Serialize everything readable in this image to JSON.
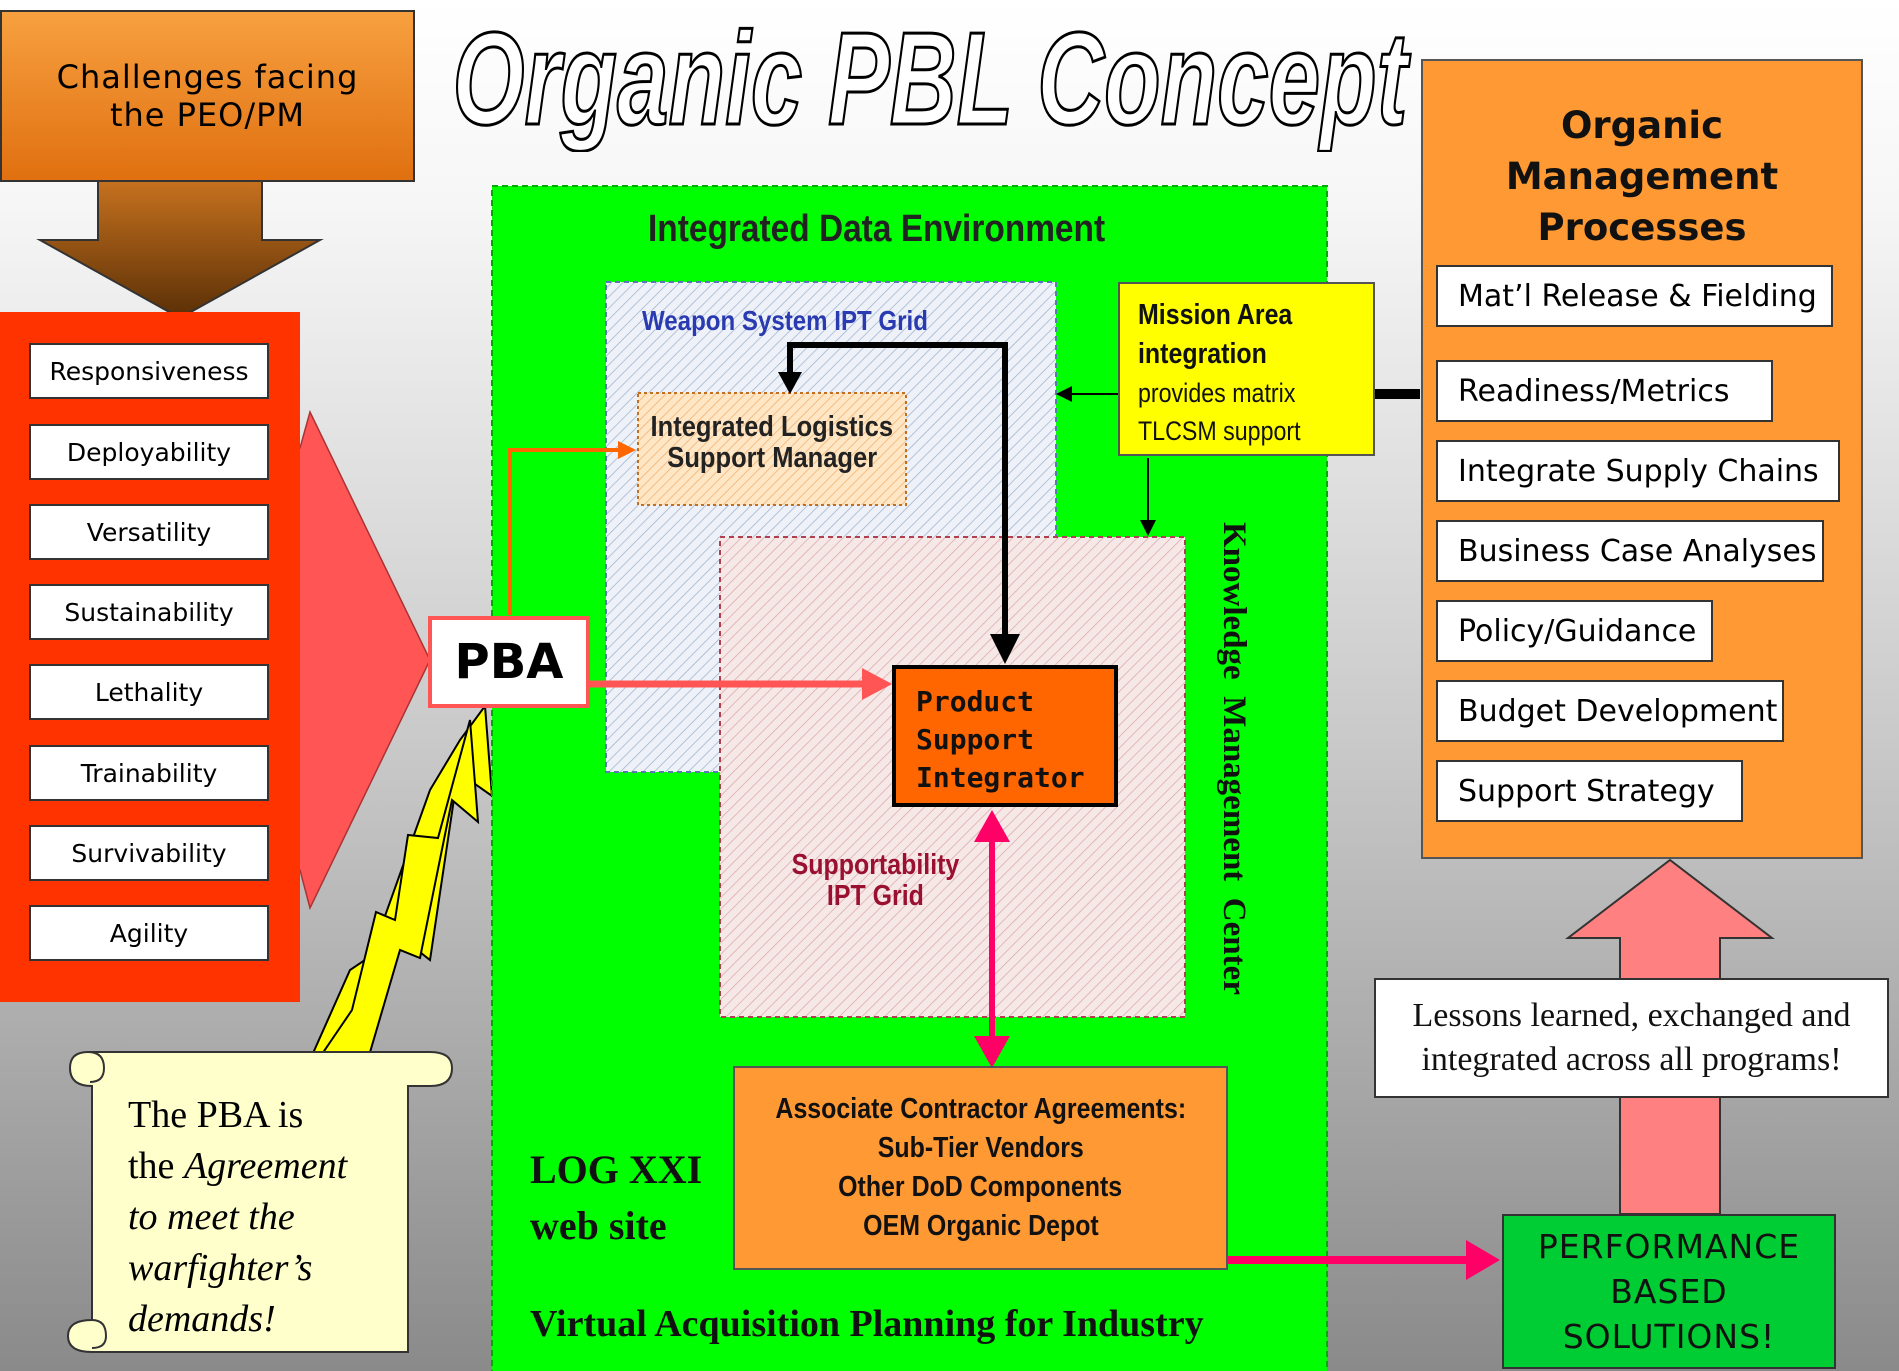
{
  "title": "Organic PBL Concept",
  "challenges_box": {
    "line1": "Challenges facing",
    "line2": "the PEO/PM"
  },
  "challenges": [
    "Responsiveness",
    "Deployability",
    "Versatility",
    "Sustainability",
    "Lethality",
    "Trainability",
    "Survivability",
    "Agility"
  ],
  "pba_label": "PBA",
  "scroll_text": {
    "line1": "The PBA is",
    "line2_plain": "the ",
    "line2_italic": "Agreement",
    "line3": "to meet the",
    "line4": "warfighter’s",
    "line5": "demands!"
  },
  "ide": {
    "title": "Integrated Data Environment",
    "weapon_grid": "Weapon System IPT Grid",
    "ilsm_line1": "Integrated Logistics",
    "ilsm_line2": "Support Manager",
    "psi_line1": "Product",
    "psi_line2": "Support",
    "psi_line3": "Integrator",
    "supportability_line1": "Supportability",
    "supportability_line2": "IPT Grid",
    "mission_line1": "Mission Area",
    "mission_line2": "integration",
    "mission_line3": "provides matrix",
    "mission_line4": "TLCSM support",
    "kmc": "Knowledge  Management  Center",
    "aca_line1": "Associate Contractor Agreements:",
    "aca_line2": "Sub-Tier Vendors",
    "aca_line3": "Other DoD Components",
    "aca_line4": "OEM Organic Depot",
    "log_line1": "LOG XXI",
    "log_line2": "web site",
    "vapi": "Virtual Acquisition Planning for Industry"
  },
  "omp": {
    "title_line1": "Organic",
    "title_line2": "Management",
    "title_line3": "Processes",
    "items": [
      "Mat’l Release & Fielding",
      "Readiness/Metrics",
      "Integrate Supply Chains",
      "Business Case Analyses",
      "Policy/Guidance",
      "Budget Development",
      "Support Strategy"
    ]
  },
  "lessons": {
    "line1": "Lessons learned, exchanged and",
    "line2": "integrated across all programs!"
  },
  "perf": {
    "line1": "PERFORMANCE",
    "line2": "BASED",
    "line3": "SOLUTIONS!"
  },
  "colors": {
    "red": "#ff3300",
    "green": "#00ff00",
    "orange": "#ff9933",
    "yellow": "#ffff00",
    "psi": "#ff6600",
    "pink_arrow": "#ff0066",
    "salmon": "#ff5555",
    "dark_green": "#00cc33"
  }
}
